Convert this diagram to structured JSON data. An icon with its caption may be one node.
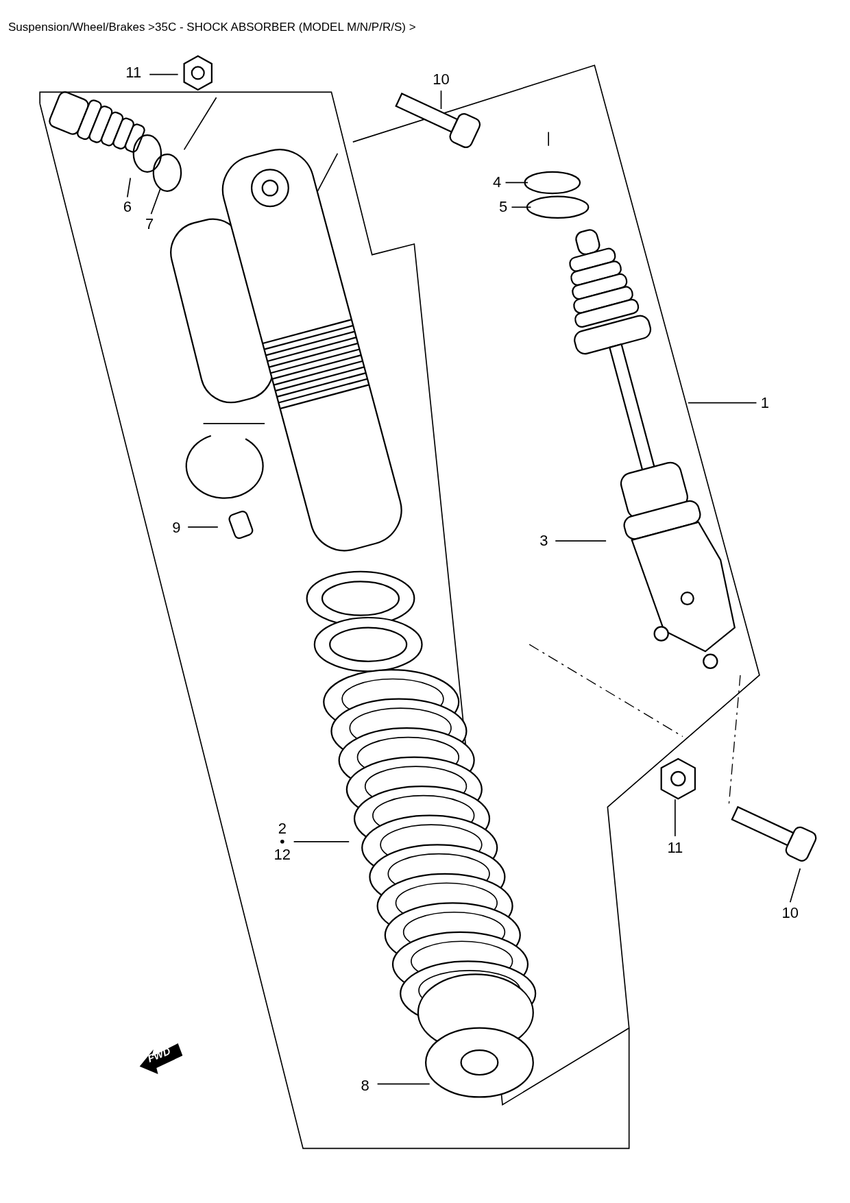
{
  "diagram": {
    "title": "Suspension/Wheel/Brakes >35C - SHOCK ABSORBER (MODEL M/N/P/R/S) >",
    "nodes": [
      {
        "text": [
          "11"
        ]
      },
      {
        "text": [
          "10"
        ]
      },
      {
        "text": [
          "4"
        ]
      },
      {
        "text": [
          "5"
        ]
      },
      {
        "text": [
          "6"
        ]
      },
      {
        "text": [
          "7"
        ]
      },
      {
        "text": [
          "1"
        ]
      },
      {
        "text": [
          "9"
        ]
      },
      {
        "text": [
          "3"
        ]
      },
      {
        "text": [
          "2",
          "12"
        ]
      },
      {
        "text": [
          "11"
        ]
      },
      {
        "text": [
          "10"
        ]
      },
      {
        "text": [
          "8"
        ]
      }
    ],
    "edges": [
      {
        "from": 0,
        "to": null,
        "arrow": "none"
      },
      {
        "from": 1,
        "to": null,
        "arrow": "none"
      },
      {
        "from": 2,
        "to": null,
        "arrow": "none"
      },
      {
        "from": 3,
        "to": null,
        "arrow": "none"
      },
      {
        "from": 4,
        "to": null,
        "arrow": "none"
      },
      {
        "from": 5,
        "to": null,
        "arrow": "none"
      },
      {
        "from": 6,
        "to": null,
        "arrow": "none"
      },
      {
        "from": 7,
        "to": null,
        "arrow": "none"
      },
      {
        "from": 8,
        "to": null,
        "arrow": "none"
      },
      {
        "from": 9,
        "to": null,
        "arrow": "none"
      },
      {
        "from": 10,
        "to": null,
        "arrow": "none"
      },
      {
        "from": 11,
        "to": null,
        "arrow": "none"
      },
      {
        "from": 12,
        "to": null,
        "arrow": "none"
      }
    ],
    "labels": [
      "FWD"
    ]
  }
}
